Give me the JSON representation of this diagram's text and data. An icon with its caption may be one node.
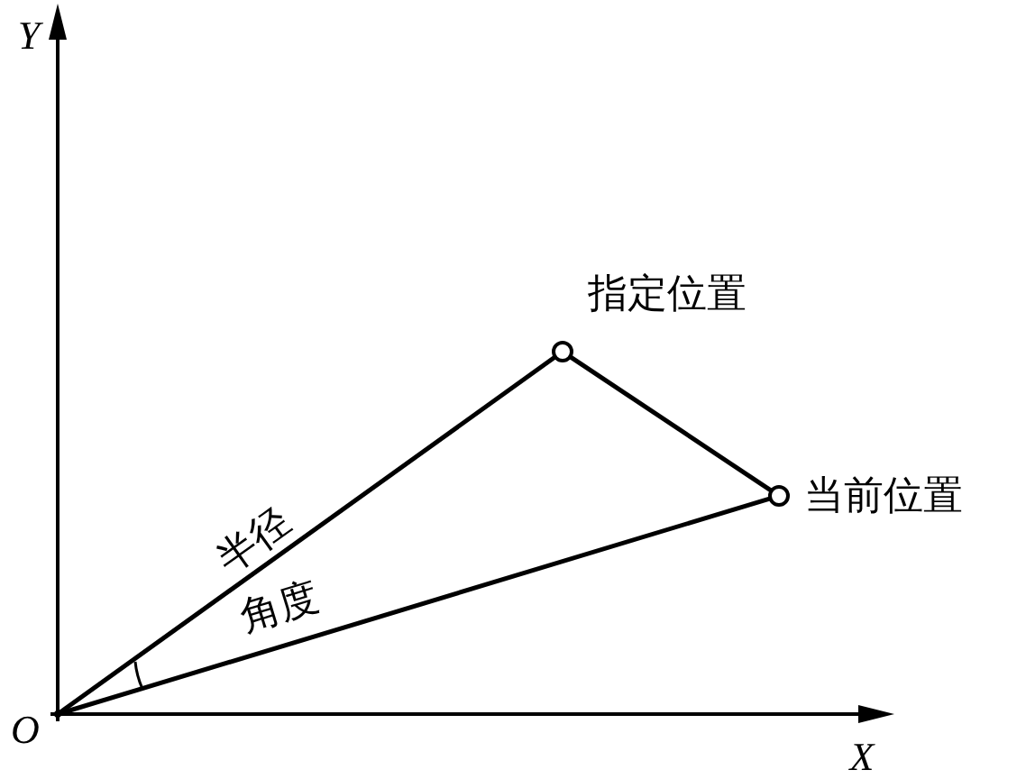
{
  "diagram": {
    "nodes": [
      {
        "text": [],
        "shape": "point"
      },
      {
        "text": [],
        "shape": "circle",
        "beside": [
          "指定位置"
        ]
      },
      {
        "text": [],
        "shape": "circle",
        "beside": [
          "当前位置"
        ]
      }
    ],
    "edges": [
      {
        "from": 0,
        "to": 1,
        "arrow": "none",
        "label": "半径"
      },
      {
        "from": 0,
        "to": 2,
        "arrow": "none"
      },
      {
        "from": 1,
        "to": 2,
        "arrow": "none"
      }
    ],
    "labels": [
      "Y",
      "X",
      "O",
      "角度"
    ]
  }
}
